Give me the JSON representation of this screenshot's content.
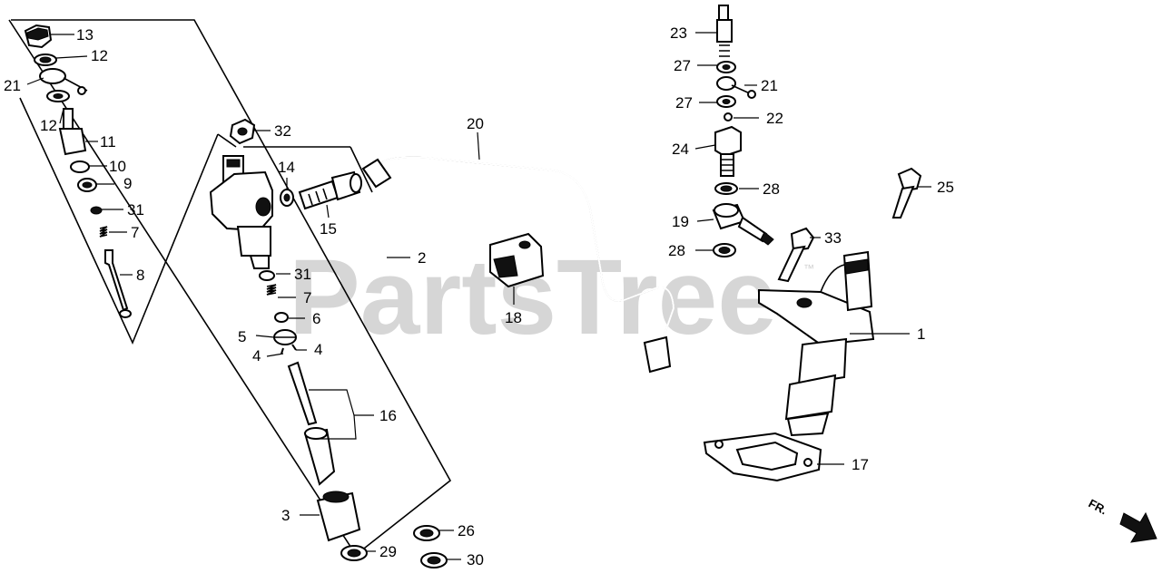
{
  "watermark": {
    "text": "PartsTree",
    "trademark": "™"
  },
  "orientation": {
    "label": "FR."
  },
  "callouts": [
    {
      "id": "c13",
      "text": "13"
    },
    {
      "id": "c12a",
      "text": "12"
    },
    {
      "id": "c21a",
      "text": "21"
    },
    {
      "id": "c12b",
      "text": "12"
    },
    {
      "id": "c11",
      "text": "11"
    },
    {
      "id": "c10",
      "text": "10"
    },
    {
      "id": "c9",
      "text": "9"
    },
    {
      "id": "c31a",
      "text": "31"
    },
    {
      "id": "c7a",
      "text": "7"
    },
    {
      "id": "c8",
      "text": "8"
    },
    {
      "id": "c32",
      "text": "32"
    },
    {
      "id": "c14",
      "text": "14"
    },
    {
      "id": "c15",
      "text": "15"
    },
    {
      "id": "c2",
      "text": "2"
    },
    {
      "id": "c31b",
      "text": "31"
    },
    {
      "id": "c7b",
      "text": "7"
    },
    {
      "id": "c6",
      "text": "6"
    },
    {
      "id": "c5",
      "text": "5"
    },
    {
      "id": "c4a",
      "text": "4"
    },
    {
      "id": "c4b",
      "text": "4"
    },
    {
      "id": "c16",
      "text": "16"
    },
    {
      "id": "c3",
      "text": "3"
    },
    {
      "id": "c29",
      "text": "29"
    },
    {
      "id": "c26",
      "text": "26"
    },
    {
      "id": "c30",
      "text": "30"
    },
    {
      "id": "c20",
      "text": "20"
    },
    {
      "id": "c18",
      "text": "18"
    },
    {
      "id": "c23",
      "text": "23"
    },
    {
      "id": "c27a",
      "text": "27"
    },
    {
      "id": "c21b",
      "text": "21"
    },
    {
      "id": "c27b",
      "text": "27"
    },
    {
      "id": "c22",
      "text": "22"
    },
    {
      "id": "c24",
      "text": "24"
    },
    {
      "id": "c28a",
      "text": "28"
    },
    {
      "id": "c19",
      "text": "19"
    },
    {
      "id": "c28b",
      "text": "28"
    },
    {
      "id": "c25",
      "text": "25"
    },
    {
      "id": "c33",
      "text": "33"
    },
    {
      "id": "c1",
      "text": "1"
    },
    {
      "id": "c17",
      "text": "17"
    }
  ]
}
